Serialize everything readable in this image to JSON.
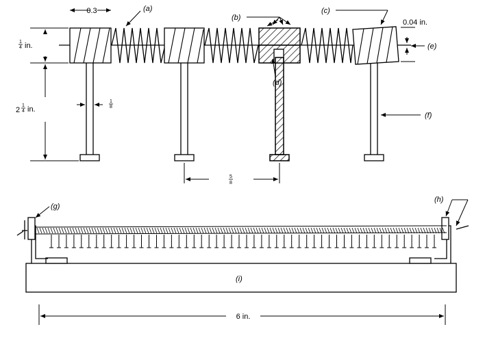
{
  "labels": {
    "a": "(a)",
    "b": "(b)",
    "c": "(c)",
    "d": "(d)",
    "e": "(e)",
    "f": "(f)",
    "g": "(g)",
    "h": "(h)",
    "i": "(i)"
  },
  "dimensions": {
    "spacing_top": "0.3",
    "gap": "0.04 in.",
    "block_height_num": "1",
    "block_height_den": "4",
    "block_height_unit": "in.",
    "post_height_whole": "2",
    "post_height_num": "1",
    "post_height_den": "4",
    "post_height_unit": "in.",
    "post_thickness_num": "1",
    "post_thickness_den": "8",
    "post_spacing_num": "5",
    "post_spacing_den": "8",
    "overall_length": "6 in."
  }
}
